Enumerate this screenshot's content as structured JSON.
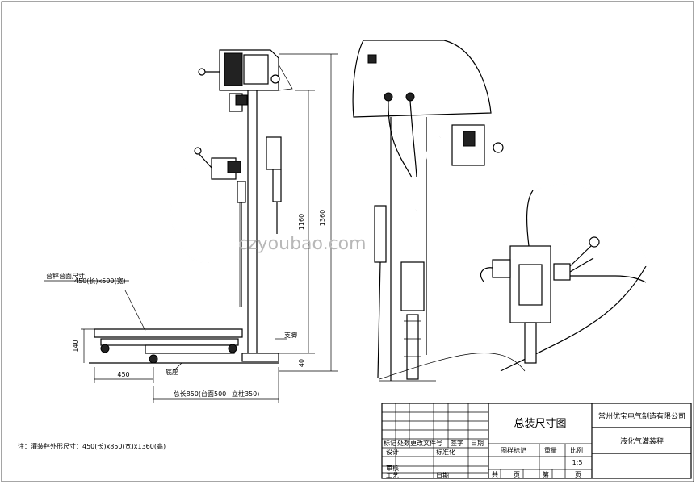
{
  "dimensions": {
    "height_total": "1360",
    "height_column": "1160",
    "height_base": "140",
    "height_foot": "40",
    "depth": "450",
    "length_label": "总长850(台面500+立柱350)",
    "platform_label": "台秤台面尺寸:",
    "platform_size": "450(长)x500(宽)",
    "side_label_1": "支脚",
    "side_label_2": "底座"
  },
  "note": "注：灌装秤外形尺寸：450(长)x850(宽)x1360(高)",
  "watermark": "czyoubao.com",
  "title_block": {
    "drawing_title": "总装尺寸图",
    "company": "常州优宝电气制造有限公司",
    "product": "液化气灌装秤",
    "scale": "1:5",
    "headers": [
      "标记",
      "处数",
      "更改文件号",
      "签字",
      "日期"
    ],
    "row_labels": [
      "设计",
      "标准化",
      "审核",
      "工艺",
      "日期"
    ],
    "mid_labels": [
      "图样标记",
      "重量",
      "比例"
    ],
    "bottom_labels": [
      "共",
      "页",
      "第",
      "页"
    ]
  }
}
